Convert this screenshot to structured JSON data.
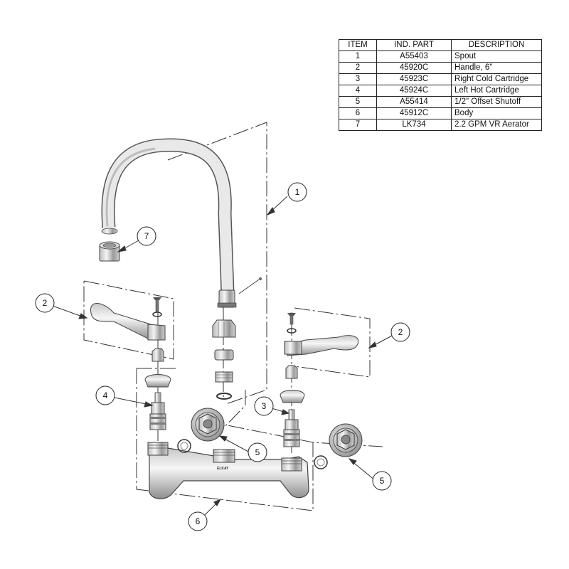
{
  "parts_table": {
    "headers": {
      "item": "ITEM",
      "part": "IND. PART",
      "description": "DESCRIPTION"
    },
    "rows": [
      {
        "item": "1",
        "part": "A55403",
        "description": "Spout"
      },
      {
        "item": "2",
        "part": "45920C",
        "description": "Handle, 6\""
      },
      {
        "item": "3",
        "part": "45923C",
        "description": "Right Cold Cartridge"
      },
      {
        "item": "4",
        "part": "45924C",
        "description": "Left Hot Cartridge"
      },
      {
        "item": "5",
        "part": "A55414",
        "description": "1/2\" Offset Shutoff"
      },
      {
        "item": "6",
        "part": "45912C",
        "description": "Body"
      },
      {
        "item": "7",
        "part": "LK734",
        "description": "2.2 GPM VR Aerator"
      }
    ]
  },
  "callouts": {
    "spout": "1",
    "handle_left": "2",
    "handle_right": "2",
    "cartridge_right": "3",
    "cartridge_left": "4",
    "shutoff_left": "5",
    "shutoff_right": "5",
    "body": "6",
    "aerator": "7"
  },
  "body_logo": "ELKAY"
}
